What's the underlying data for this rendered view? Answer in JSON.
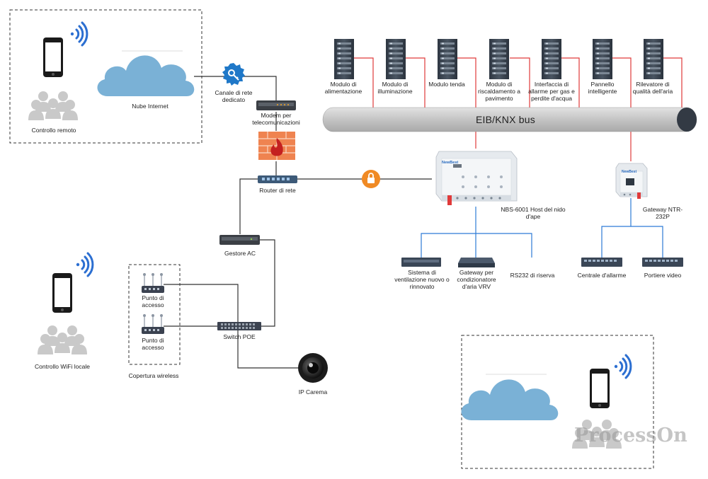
{
  "bus": {
    "label": "EIB/KNX bus"
  },
  "modules": [
    {
      "label": "Modulo di alimentazione"
    },
    {
      "label": "Modulo di illuminazione"
    },
    {
      "label": "Modulo tenda"
    },
    {
      "label": "Modulo di riscaldamento a pavimento"
    },
    {
      "label": "Interfaccia di allarme per gas e perdite d'acqua"
    },
    {
      "label": "Pannello intelligente"
    },
    {
      "label": "Rilevatore di qualità dell'aria"
    }
  ],
  "remote": {
    "cloud_label": "Nube Internet",
    "users_label": "Controllo remoto"
  },
  "network": {
    "channel_label": "Canale di rete dedicato",
    "modem_label": "Modem per telecomunicazioni",
    "router_label": "Router di rete",
    "ac_label": "Gestore AC",
    "switch_label": "Switch POE",
    "camera_label": "IP Carema"
  },
  "wifi": {
    "users_label": "Controllo WiFi locale",
    "ap1_label": "Punto di accesso",
    "ap2_label": "Punto di accesso",
    "coverage_label": "Copertura wireless"
  },
  "host": {
    "label": "NBS-6001 Host del nido d'ape",
    "brand": "NewBest"
  },
  "gateway": {
    "label": "Gateway NTR-232P",
    "brand": "NewBest"
  },
  "host_outputs": [
    {
      "label": "Sistema di ventilazione nuovo o rinnovato"
    },
    {
      "label": "Gateway per condizionatore d'aria VRV"
    },
    {
      "label": "RS232 di riserva"
    }
  ],
  "gateway_outputs": [
    {
      "label": "Centrale d'allarme"
    },
    {
      "label": "Portiere video"
    }
  ],
  "watermark": "ProcessOn",
  "colors": {
    "wire": "#333333",
    "knx_wire": "#e03a3a",
    "lan_wire": "#2d7ad6",
    "cloud": "#7ab1d6",
    "lock": "#f08a24",
    "bus_fill": "#c8c8c8"
  }
}
